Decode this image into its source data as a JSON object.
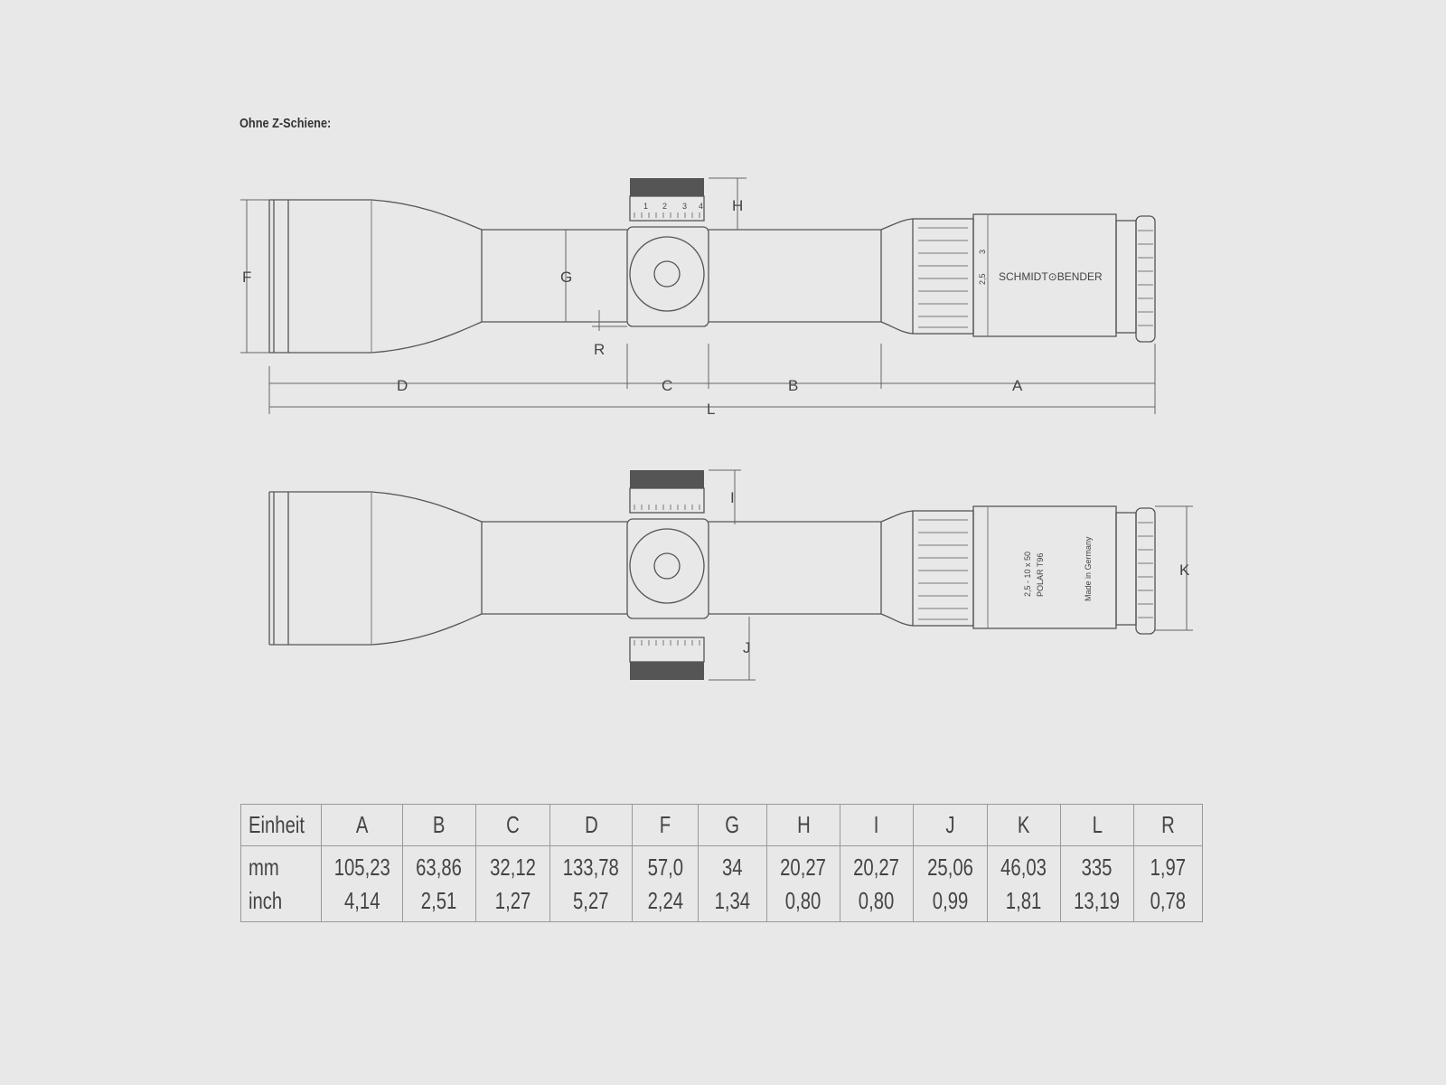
{
  "title": "Ohne Z-Schiene:",
  "drawing": {
    "labels": {
      "A": "A",
      "B": "B",
      "C": "C",
      "D": "D",
      "F": "F",
      "G": "G",
      "H": "H",
      "I": "I",
      "J": "J",
      "K": "K",
      "L": "L",
      "R": "R"
    },
    "brand": "SCHMIDT⊙BENDER",
    "model_line1": "2,5 - 10 x 50",
    "model_line2": "POLAR T96",
    "made_in": "Made in Germany",
    "zoom_marks": [
      "2,5",
      "3"
    ],
    "turret_scale": [
      "1",
      "2",
      "3",
      "4"
    ]
  },
  "table": {
    "headers": [
      "Einheit",
      "A",
      "B",
      "C",
      "D",
      "F",
      "G",
      "H",
      "I",
      "J",
      "K",
      "L",
      "R"
    ],
    "rows": [
      {
        "unit": "mm",
        "values": [
          "105,23",
          "63,86",
          "32,12",
          "133,78",
          "57,0",
          "34",
          "20,27",
          "20,27",
          "25,06",
          "46,03",
          "335",
          "1,97"
        ]
      },
      {
        "unit": "inch",
        "values": [
          "4,14",
          "2,51",
          "1,27",
          "5,27",
          "2,24",
          "1,34",
          "0,80",
          "0,80",
          "0,99",
          "1,81",
          "13,19",
          "0,78"
        ]
      }
    ]
  }
}
